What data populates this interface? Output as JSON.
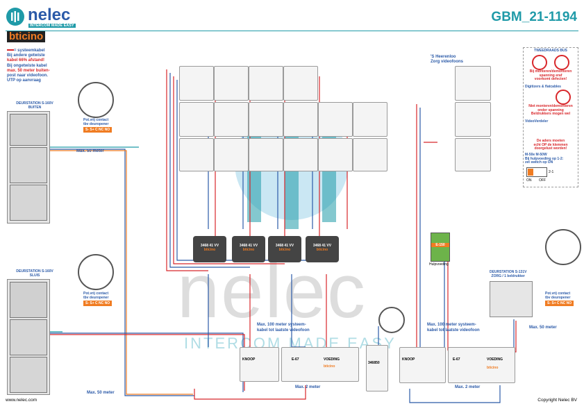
{
  "header": {
    "brand": "nelec",
    "tagline": "INTERCOM MADE EASY",
    "sub_brand": "bticino",
    "drawing_id": "GBM_21-1194"
  },
  "cable_note": {
    "line1": "= systeemkabel",
    "line2": "Bij andere getwiste",
    "line3": "kabel 66% afstand!",
    "line4": "Bij ongetwiste kabel",
    "line5": "max. 50 meter buiten-",
    "line6": "post naar videofoon.",
    "line7": "UTP op aanvraag"
  },
  "stations": {
    "outdoor": "DEURSTATION S-160V",
    "outdoor_sub": "BUITEN",
    "sluis": "DEURSTATION S-160V",
    "sluis_sub": "SLUIS",
    "zorg": "DEURSTATION S-131V",
    "zorg_sub": "ZORG / 1 beldrukker"
  },
  "relay": {
    "label1": "Pot.vrij contact",
    "label2": "tbv deuropener",
    "pins": "S- S+ C NC NO"
  },
  "labels": {
    "max50": "Max. 50 meter",
    "max100": "Max. 100 meter systeem-",
    "max100b": "kabel tot laatste videofoon",
    "max2": "Max. 2 meter",
    "zorg_title1": "'S Heerenloo",
    "zorg_title2": "Zorg videofoons",
    "hulpvoeding": "Hulpvoeding",
    "e150": "E-150"
  },
  "legend": {
    "title": "TWEEDRAADS BUS",
    "warn1": "Bij monteren/demonteren",
    "warn2": "spanning eraf",
    "warn3": "voorkomt defecten!",
    "flat_title": "Digitizers & flatcables",
    "flat1": "Niet monteren/demonteren",
    "flat2": "onder spanning",
    "flat3": "Beldrukkers mogen wel",
    "vv_title": "VideoVerdeler",
    "vv1": "De aders moeten",
    "vv2": "echt OP de klemmen",
    "vv3": "doorgelust worden!",
    "m_title": "M-50e  M-50W",
    "m1": "Bij hulpvoeding op 1-2:",
    "m2": "zet switch op ON",
    "on": "ON",
    "off": "OFF",
    "switch": "2-1"
  },
  "modules": {
    "knoop": "KNOOP",
    "e67": "E-67",
    "voeding": "VOEDING",
    "bticino": "bticino",
    "dist_code": "3468 41",
    "dist_vv": "VV",
    "ctl_code": "346850"
  },
  "footer": {
    "left": "www.nelec.com",
    "right": "Copyright Nelec BV"
  },
  "watermark": {
    "big": "nelec",
    "small": "INTERCOM MADE EASY"
  },
  "colors": {
    "blue": "#2b5aa8",
    "red": "#d8262a",
    "orange": "#f07c22",
    "green": "#4aa84a",
    "teal": "#1f9aa8"
  }
}
